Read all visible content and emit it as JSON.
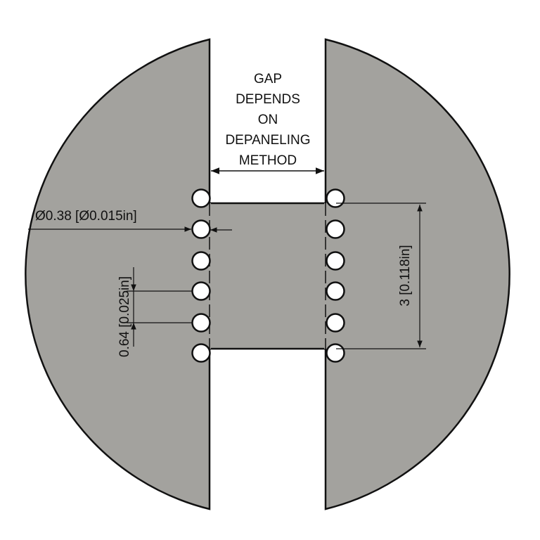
{
  "gap_label": [
    "GAP",
    "DEPENDS",
    "ON",
    "DEPANELING",
    "METHOD"
  ],
  "hole_diameter_label": "Ø0.38 [Ø0.015in]",
  "pitch_label": "0.64 [0.025in]",
  "span_label": "3 [0.118in]",
  "colors": {
    "board": "#a3a29e",
    "outline": "#111111",
    "background": "#ffffff"
  }
}
